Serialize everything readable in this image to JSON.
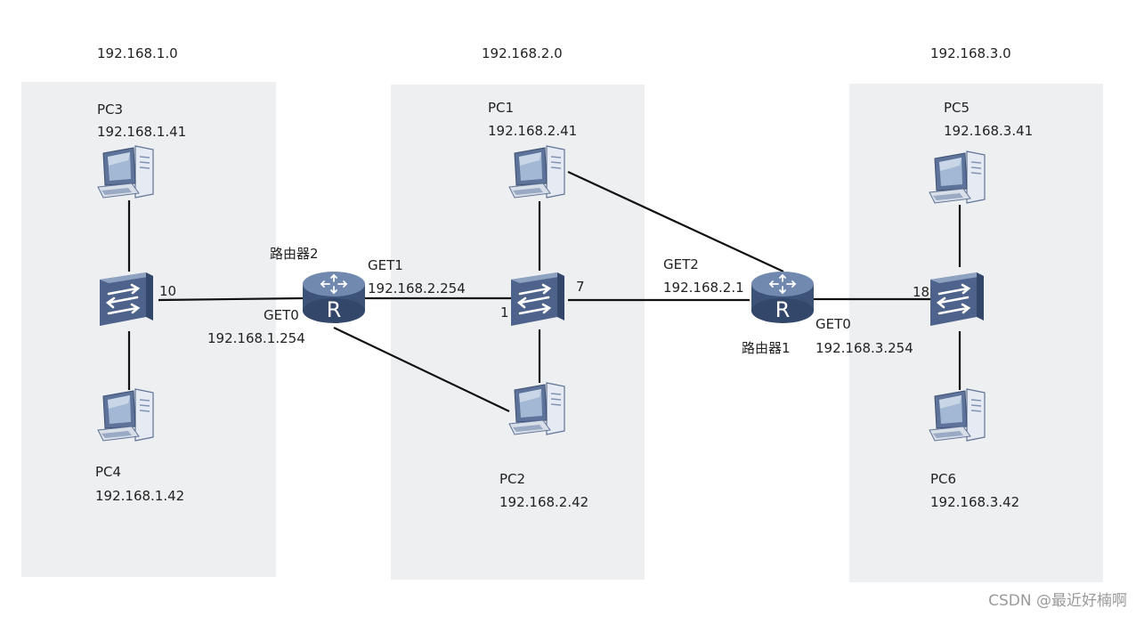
{
  "networks": {
    "n1": "192.168.1.0",
    "n2": "192.168.2.0",
    "n3": "192.168.3.0"
  },
  "pcs": {
    "pc3": {
      "name": "PC3",
      "ip": "192.168.1.41"
    },
    "pc4": {
      "name": "PC4",
      "ip": "192.168.1.42"
    },
    "pc1": {
      "name": "PC1",
      "ip": "192.168.2.41"
    },
    "pc2": {
      "name": "PC2",
      "ip": "192.168.2.42"
    },
    "pc5": {
      "name": "PC5",
      "ip": "192.168.3.41"
    },
    "pc6": {
      "name": "PC6",
      "ip": "192.168.3.42"
    }
  },
  "router2": {
    "name": "路由器2",
    "glyph": "R",
    "get1": "GET1",
    "get1_ip": "192.168.2.254",
    "get0": "GET0",
    "get0_ip": "192.168.1.254"
  },
  "router1": {
    "name": "路由器1",
    "glyph": "R",
    "get2": "GET2",
    "get2_ip": "192.168.2.1",
    "get0": "GET0",
    "get0_ip": "192.168.3.254"
  },
  "ports": {
    "sw1_port": "10",
    "sw2_port_left": "1",
    "sw2_port_right": "7",
    "sw3_port": "18"
  },
  "watermark": "CSDN @最近好楠啊",
  "colors": {
    "zone": "#eeeff1",
    "router_top": "#6f87ad",
    "router_body": "#3c5277",
    "monitor": "#6f86ad",
    "switch_body": "#4a6088",
    "link": "#111111"
  },
  "icons": {
    "pc": "desktop-computer-icon",
    "switch": "switch-icon",
    "router": "router-icon"
  }
}
